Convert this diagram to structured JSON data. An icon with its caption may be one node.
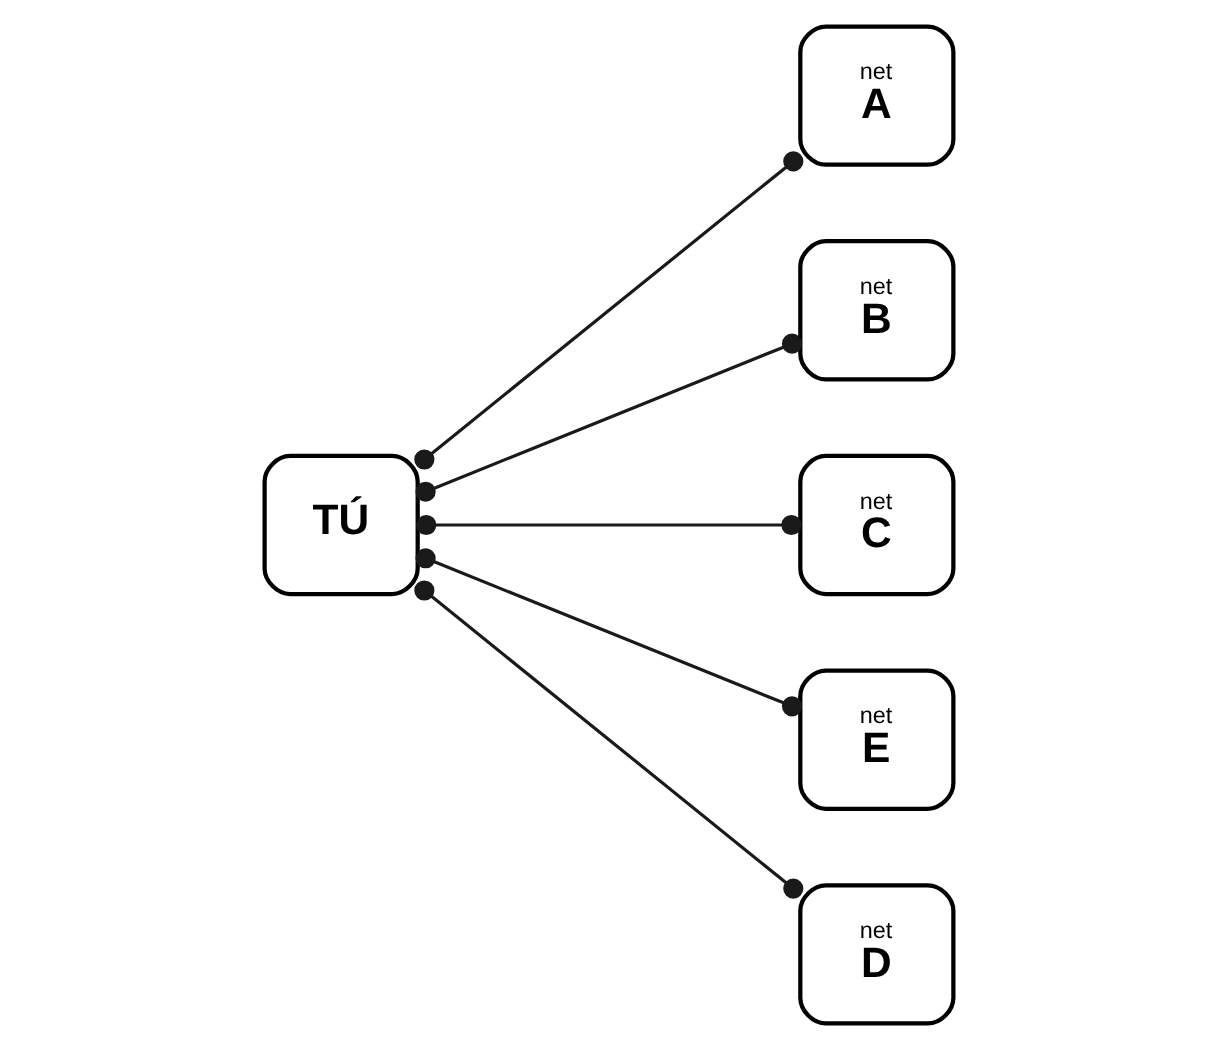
{
  "diagram": {
    "nodes": [
      {
        "text": [
          "TÚ"
        ]
      },
      {
        "text": [
          "net",
          "A"
        ]
      },
      {
        "text": [
          "net",
          "B"
        ]
      },
      {
        "text": [
          "net",
          "C"
        ]
      },
      {
        "text": [
          "net",
          "E"
        ]
      },
      {
        "text": [
          "net",
          "D"
        ]
      }
    ],
    "edges": [
      {
        "from": 0,
        "to": 1,
        "arrow": "other"
      },
      {
        "from": 0,
        "to": 2,
        "arrow": "other"
      },
      {
        "from": 0,
        "to": 3,
        "arrow": "other"
      },
      {
        "from": 0,
        "to": 4,
        "arrow": "other"
      },
      {
        "from": 0,
        "to": 5,
        "arrow": "other"
      }
    ]
  }
}
